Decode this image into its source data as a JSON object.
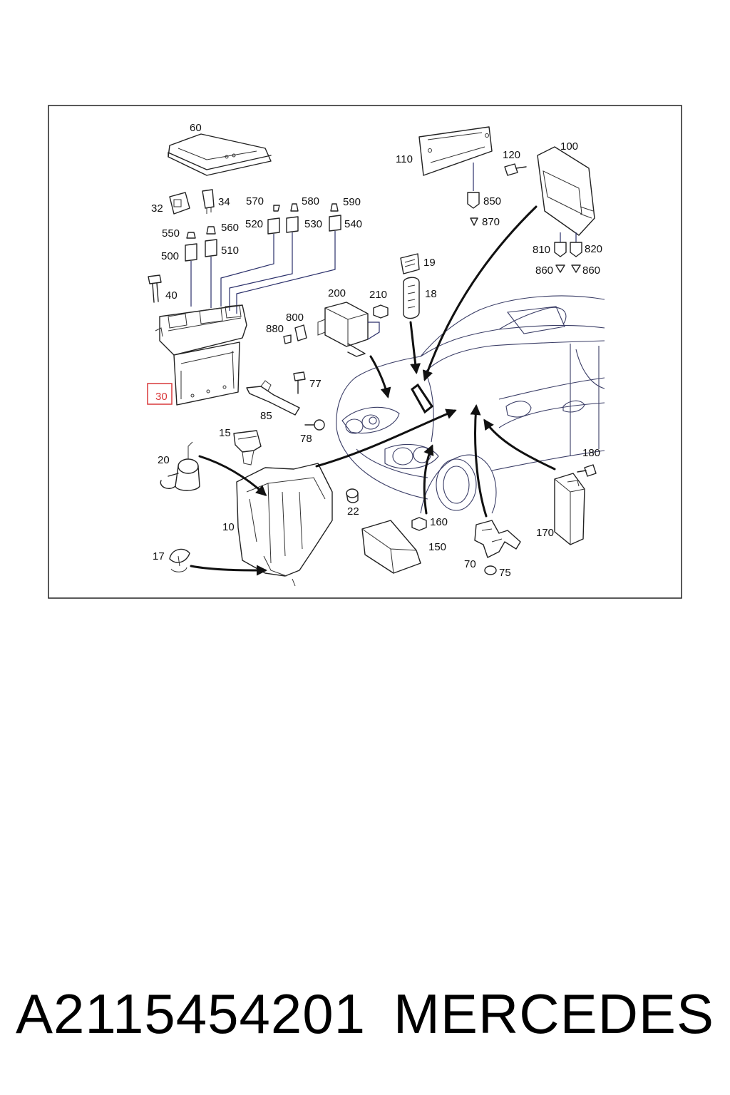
{
  "diagram": {
    "highlight_color": "#d9383a",
    "frame_color": "#222222",
    "leader_color": "#2a2f6a",
    "labels": {
      "p60": "60",
      "p110": "110",
      "p120": "120",
      "p100": "100",
      "p32": "32",
      "p34": "34",
      "p570": "570",
      "p580": "580",
      "p590": "590",
      "p520": "520",
      "p530": "530",
      "p540": "540",
      "p550": "550",
      "p560": "560",
      "p500": "500",
      "p510": "510",
      "p850": "850",
      "p870": "870",
      "p810": "810",
      "p820": "820",
      "p860a": "860",
      "p860b": "860",
      "p19": "19",
      "p18": "18",
      "p200": "200",
      "p210": "210",
      "p800": "800",
      "p880": "880",
      "p40": "40",
      "p30": "30",
      "p77": "77",
      "p85": "85",
      "p78": "78",
      "p15": "15",
      "p20": "20",
      "p22": "22",
      "p10": "10",
      "p160": "160",
      "p150": "150",
      "p180": "180",
      "p170": "170",
      "p17": "17",
      "p70": "70",
      "p75": "75"
    }
  },
  "caption": {
    "part_number": "A2115454201",
    "brand": "MERCEDES"
  }
}
